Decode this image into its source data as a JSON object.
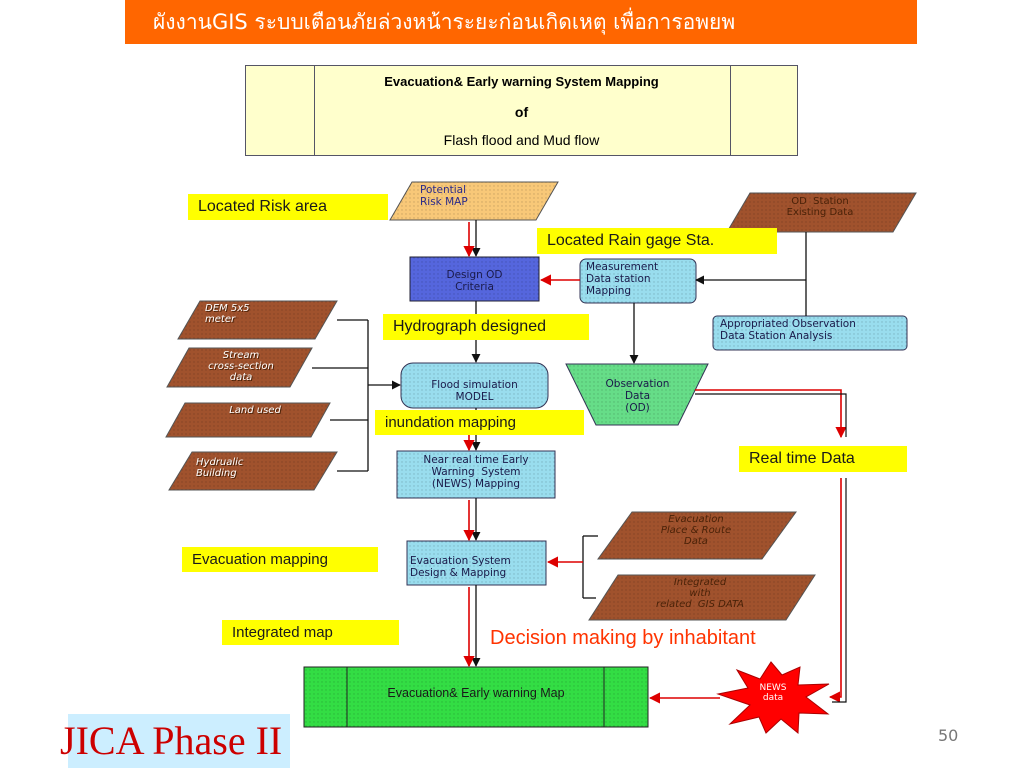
{
  "slide": {
    "title": "ผังงานGIS ระบบเตือนภัยล่วงหน้าระยะก่อนเกิดเหตุ เพื่อการอพยพ",
    "page_number": "50",
    "footer_label": "JICA Phase II"
  },
  "header": {
    "line1": "Evacuation& Early warning System  Mapping",
    "line2": "of",
    "line3": "Flash flood and Mud flow"
  },
  "labels": {
    "located_risk_area": "Located Risk area",
    "located_rain_gage": "Located Rain gage Sta.",
    "hydrograph_designed": "Hydrograph designed",
    "inundation_mapping": "inundation mapping",
    "real_time_data": "Real time Data",
    "evacuation_mapping": "Evacuation mapping",
    "integrated_map": "Integrated map",
    "decision_making": "Decision making by inhabitant"
  },
  "nodes": {
    "potential_risk_map": "Potential\nRisk MAP",
    "od_station": "OD  Station\nExisting Data",
    "design_od": "Design OD\nCriteria",
    "measurement": "Measurement\nData station\nMapping",
    "appropriated": "Appropriated Observation\nData Station Analysis",
    "dem": "DEM 5x5\nmeter",
    "stream": "Stream\ncross-section\ndata",
    "land_used": "Land used",
    "hydraulic": "Hydrualic\nBuilding",
    "flood_sim": "Flood simulation\nMODEL",
    "observation": "Observation\nData\n(OD)",
    "news_mapping": "Near real time Early\nWarning  System\n(NEWS) Mapping",
    "evac_system": "Evacuation System\nDesign & Mapping",
    "evac_place": "Evacuation\nPlace & Route\nData",
    "integrated_gis": "Integrated\nwith\nrelated  GIS DATA",
    "early_warning_map": "Evacuation& Early warning  Map",
    "news_data": "NEWS\ndata"
  },
  "colors": {
    "title_bar": "#ff6600",
    "label_bg": "#ffff00",
    "header_bg": "#ffffcc",
    "dataset_brown": "#a0522d",
    "risk_map": "#f8c878",
    "design_od": "#5566dd",
    "teal": "#99ddee",
    "observation": "#66dd88",
    "evac_map": "#33dd44",
    "burst": "#ff0000",
    "decision_text": "#ff3300",
    "arrow_red": "#dd0000",
    "jica_text": "#cc0000",
    "jica_bg": "#cceeff"
  }
}
